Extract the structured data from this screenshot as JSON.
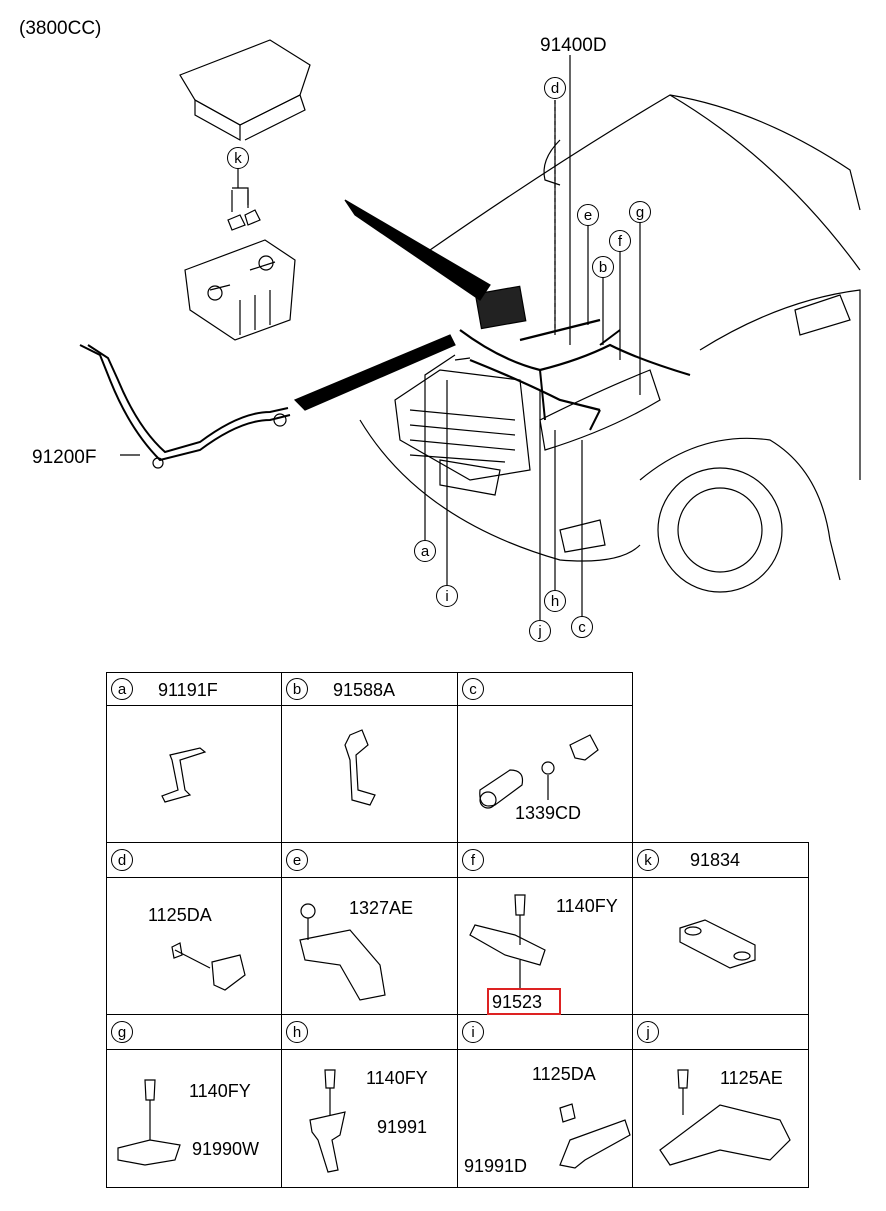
{
  "top": {
    "engine": "(3800CC)",
    "main_harness": "91400D",
    "battery_cable": "91200F",
    "callouts": {
      "d": "d",
      "e": "e",
      "g": "g",
      "f": "f",
      "b": "b",
      "k": "k",
      "a": "a",
      "i": "i",
      "h": "h",
      "j": "j",
      "c": "c"
    }
  },
  "table": {
    "cells": [
      {
        "key": "a",
        "code": "91191F",
        "parts": []
      },
      {
        "key": "b",
        "code": "91588A",
        "parts": []
      },
      {
        "key": "c",
        "code": "",
        "parts": [
          "1339CD"
        ]
      },
      {
        "key": "d",
        "code": "",
        "parts": [
          "1125DA"
        ]
      },
      {
        "key": "e",
        "code": "",
        "parts": [
          "1327AE"
        ]
      },
      {
        "key": "f",
        "code": "",
        "parts": [
          "1140FY",
          "91523"
        ]
      },
      {
        "key": "k",
        "code": "91834",
        "parts": []
      },
      {
        "key": "g",
        "code": "",
        "parts": [
          "1140FY",
          "91990W"
        ]
      },
      {
        "key": "h",
        "code": "",
        "parts": [
          "1140FY",
          "91991"
        ]
      },
      {
        "key": "i",
        "code": "",
        "parts": [
          "1125DA",
          "91991D"
        ]
      },
      {
        "key": "j",
        "code": "",
        "parts": [
          "1125AE"
        ]
      }
    ],
    "highlight_color": "#dd2222"
  }
}
